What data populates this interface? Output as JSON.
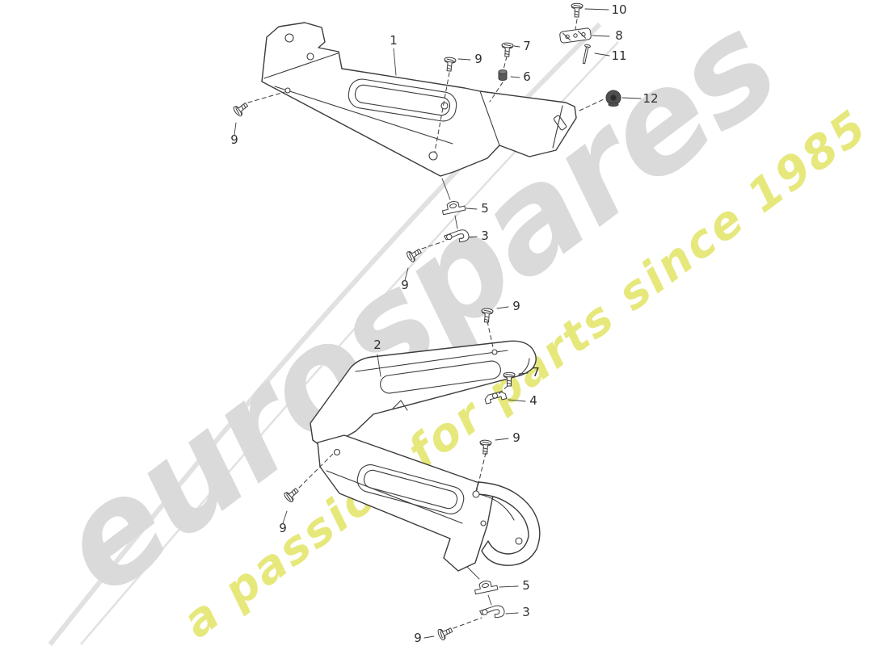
{
  "watermark": {
    "brand": "eurospares",
    "tagline": "a passion for parts since 1985",
    "brand_color": "#dadada",
    "tagline_color": "#e4e66e",
    "swoosh_color": "#d9d9d9"
  },
  "diagram": {
    "line_color": "#3c3c3c",
    "label_color": "#2f2f2f",
    "background": "#ffffff"
  },
  "callouts": [
    {
      "label": "1"
    },
    {
      "label": "9"
    },
    {
      "label": "7"
    },
    {
      "label": "6"
    },
    {
      "label": "10"
    },
    {
      "label": "8"
    },
    {
      "label": "11"
    },
    {
      "label": "12"
    },
    {
      "label": "9"
    },
    {
      "label": "5"
    },
    {
      "label": "3"
    },
    {
      "label": "9"
    },
    {
      "label": "9"
    },
    {
      "label": "2"
    },
    {
      "label": "7"
    },
    {
      "label": "4"
    },
    {
      "label": "9"
    },
    {
      "label": "9"
    },
    {
      "label": "5"
    },
    {
      "label": "3"
    },
    {
      "label": "9"
    }
  ]
}
